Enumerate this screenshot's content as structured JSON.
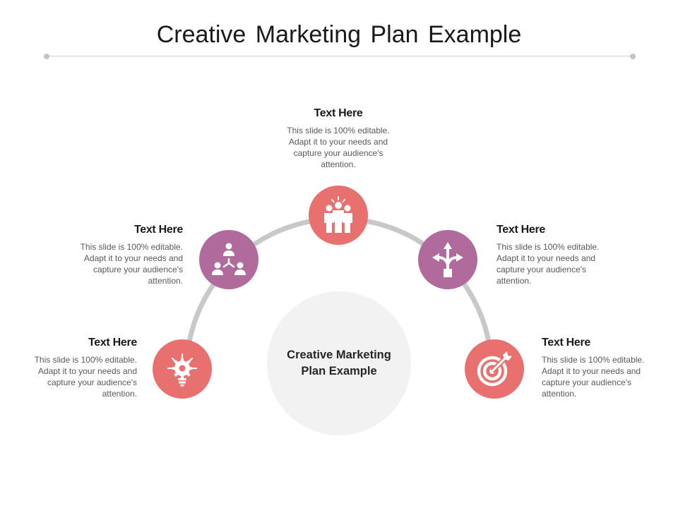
{
  "slide": {
    "title": "Creative Marketing Plan Example",
    "center_label": "Creative Marketing Plan Example"
  },
  "colors": {
    "coral": "#e8706f",
    "purple": "#b06b9c",
    "arc": "#c8c8c8",
    "center_fill": "#f2f2f2"
  },
  "items": [
    {
      "heading": "Text Here",
      "body": "This slide is 100% editable. Adapt it to your needs and capture your audience's attention.",
      "icon": "lightbulb-gear-icon"
    },
    {
      "heading": "Text Here",
      "body": "This slide is 100% editable. Adapt it to your needs and capture your audience's attention.",
      "icon": "team-network-icon"
    },
    {
      "heading": "Text Here",
      "body": "This slide is 100% editable. Adapt it to your needs and capture your audience's attention.",
      "icon": "idea-team-icon"
    },
    {
      "heading": "Text Here",
      "body": "This slide is 100% editable. Adapt it to your needs and capture your audience's attention.",
      "icon": "direction-arrows-icon"
    },
    {
      "heading": "Text Here",
      "body": "This slide is 100% editable. Adapt it to your needs and capture your audience's attention.",
      "icon": "target-dart-icon"
    }
  ]
}
